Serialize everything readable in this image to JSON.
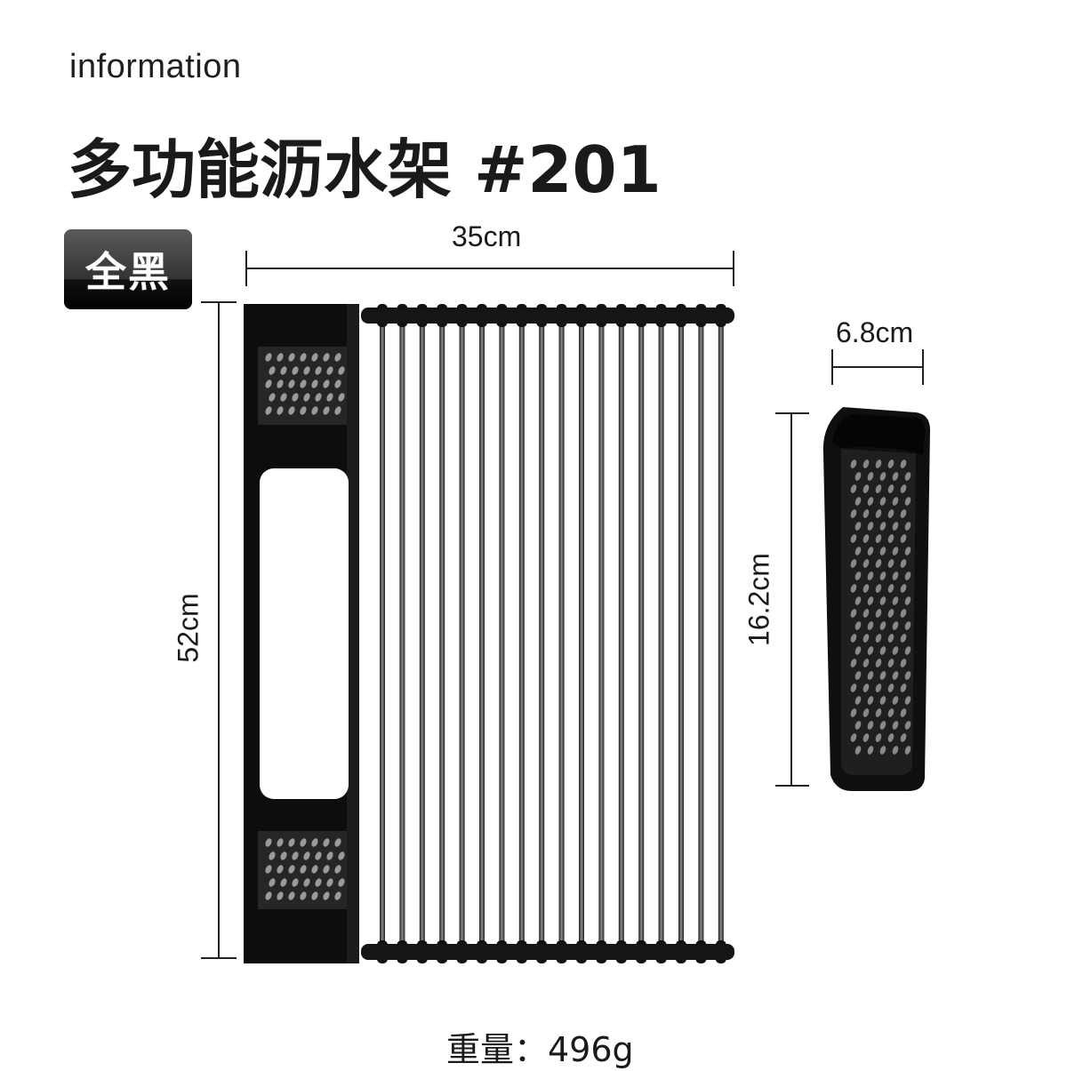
{
  "header": {
    "eyebrow": "information",
    "title": "多功能沥水架 #201"
  },
  "badge": {
    "label": "全黑"
  },
  "dimensions": {
    "rack_width": "35cm",
    "rack_height": "52cm",
    "basket_width": "6.8cm",
    "basket_height": "16.2cm"
  },
  "footer": {
    "weight": "重量：496g"
  },
  "colors": {
    "product": "#0d0d0d",
    "rod": "#2a2a2a",
    "rod_highlight": "#8a8a8a",
    "dimension_line": "#222222"
  }
}
